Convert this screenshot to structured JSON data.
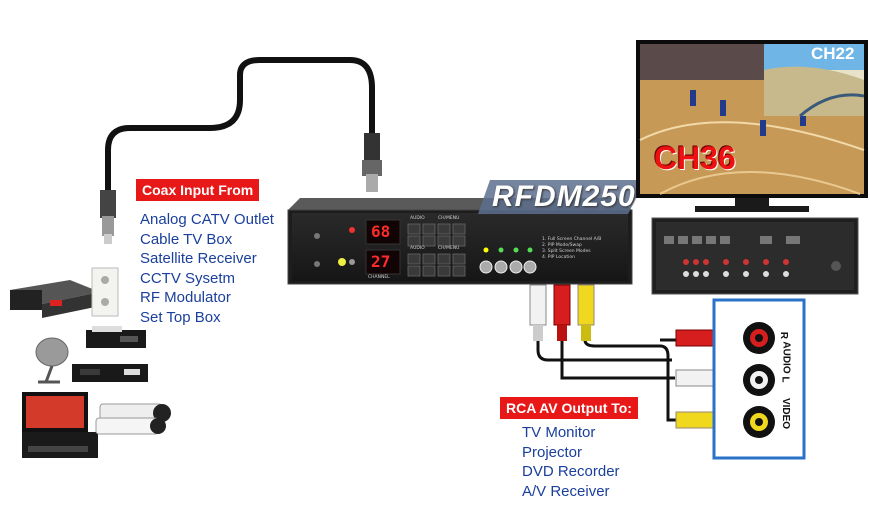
{
  "diagram": {
    "device_model": "RFDM250",
    "coax_title": "Coax Input From",
    "coax_sources": [
      "Analog CATV Outlet",
      "Cable TV Box",
      "Satellite Receiver",
      "CCTV Sysetm",
      "RF Modulator",
      "Set Top Box"
    ],
    "rca_title": "RCA AV Output To:",
    "rca_targets": [
      "TV Monitor",
      "Projector",
      "DVD Recorder",
      "A/V Receiver"
    ],
    "tv_main_channel": "CH36",
    "tv_pip_channel": "CH22",
    "display_top": "68",
    "display_bottom": "27",
    "panel_modes": [
      "1. Full Screen Channel A/B",
      "2. PIP Mode/Swap",
      "3. Split Screen Modes",
      "4. PIP Location"
    ],
    "panel_label_channel": "CHANNEL",
    "panel_label_audio": "AUDIO",
    "panel_label_chmenu": "CH/MENU",
    "jack_labels": [
      "R",
      "AUDIO",
      "L",
      "VIDEO"
    ]
  }
}
